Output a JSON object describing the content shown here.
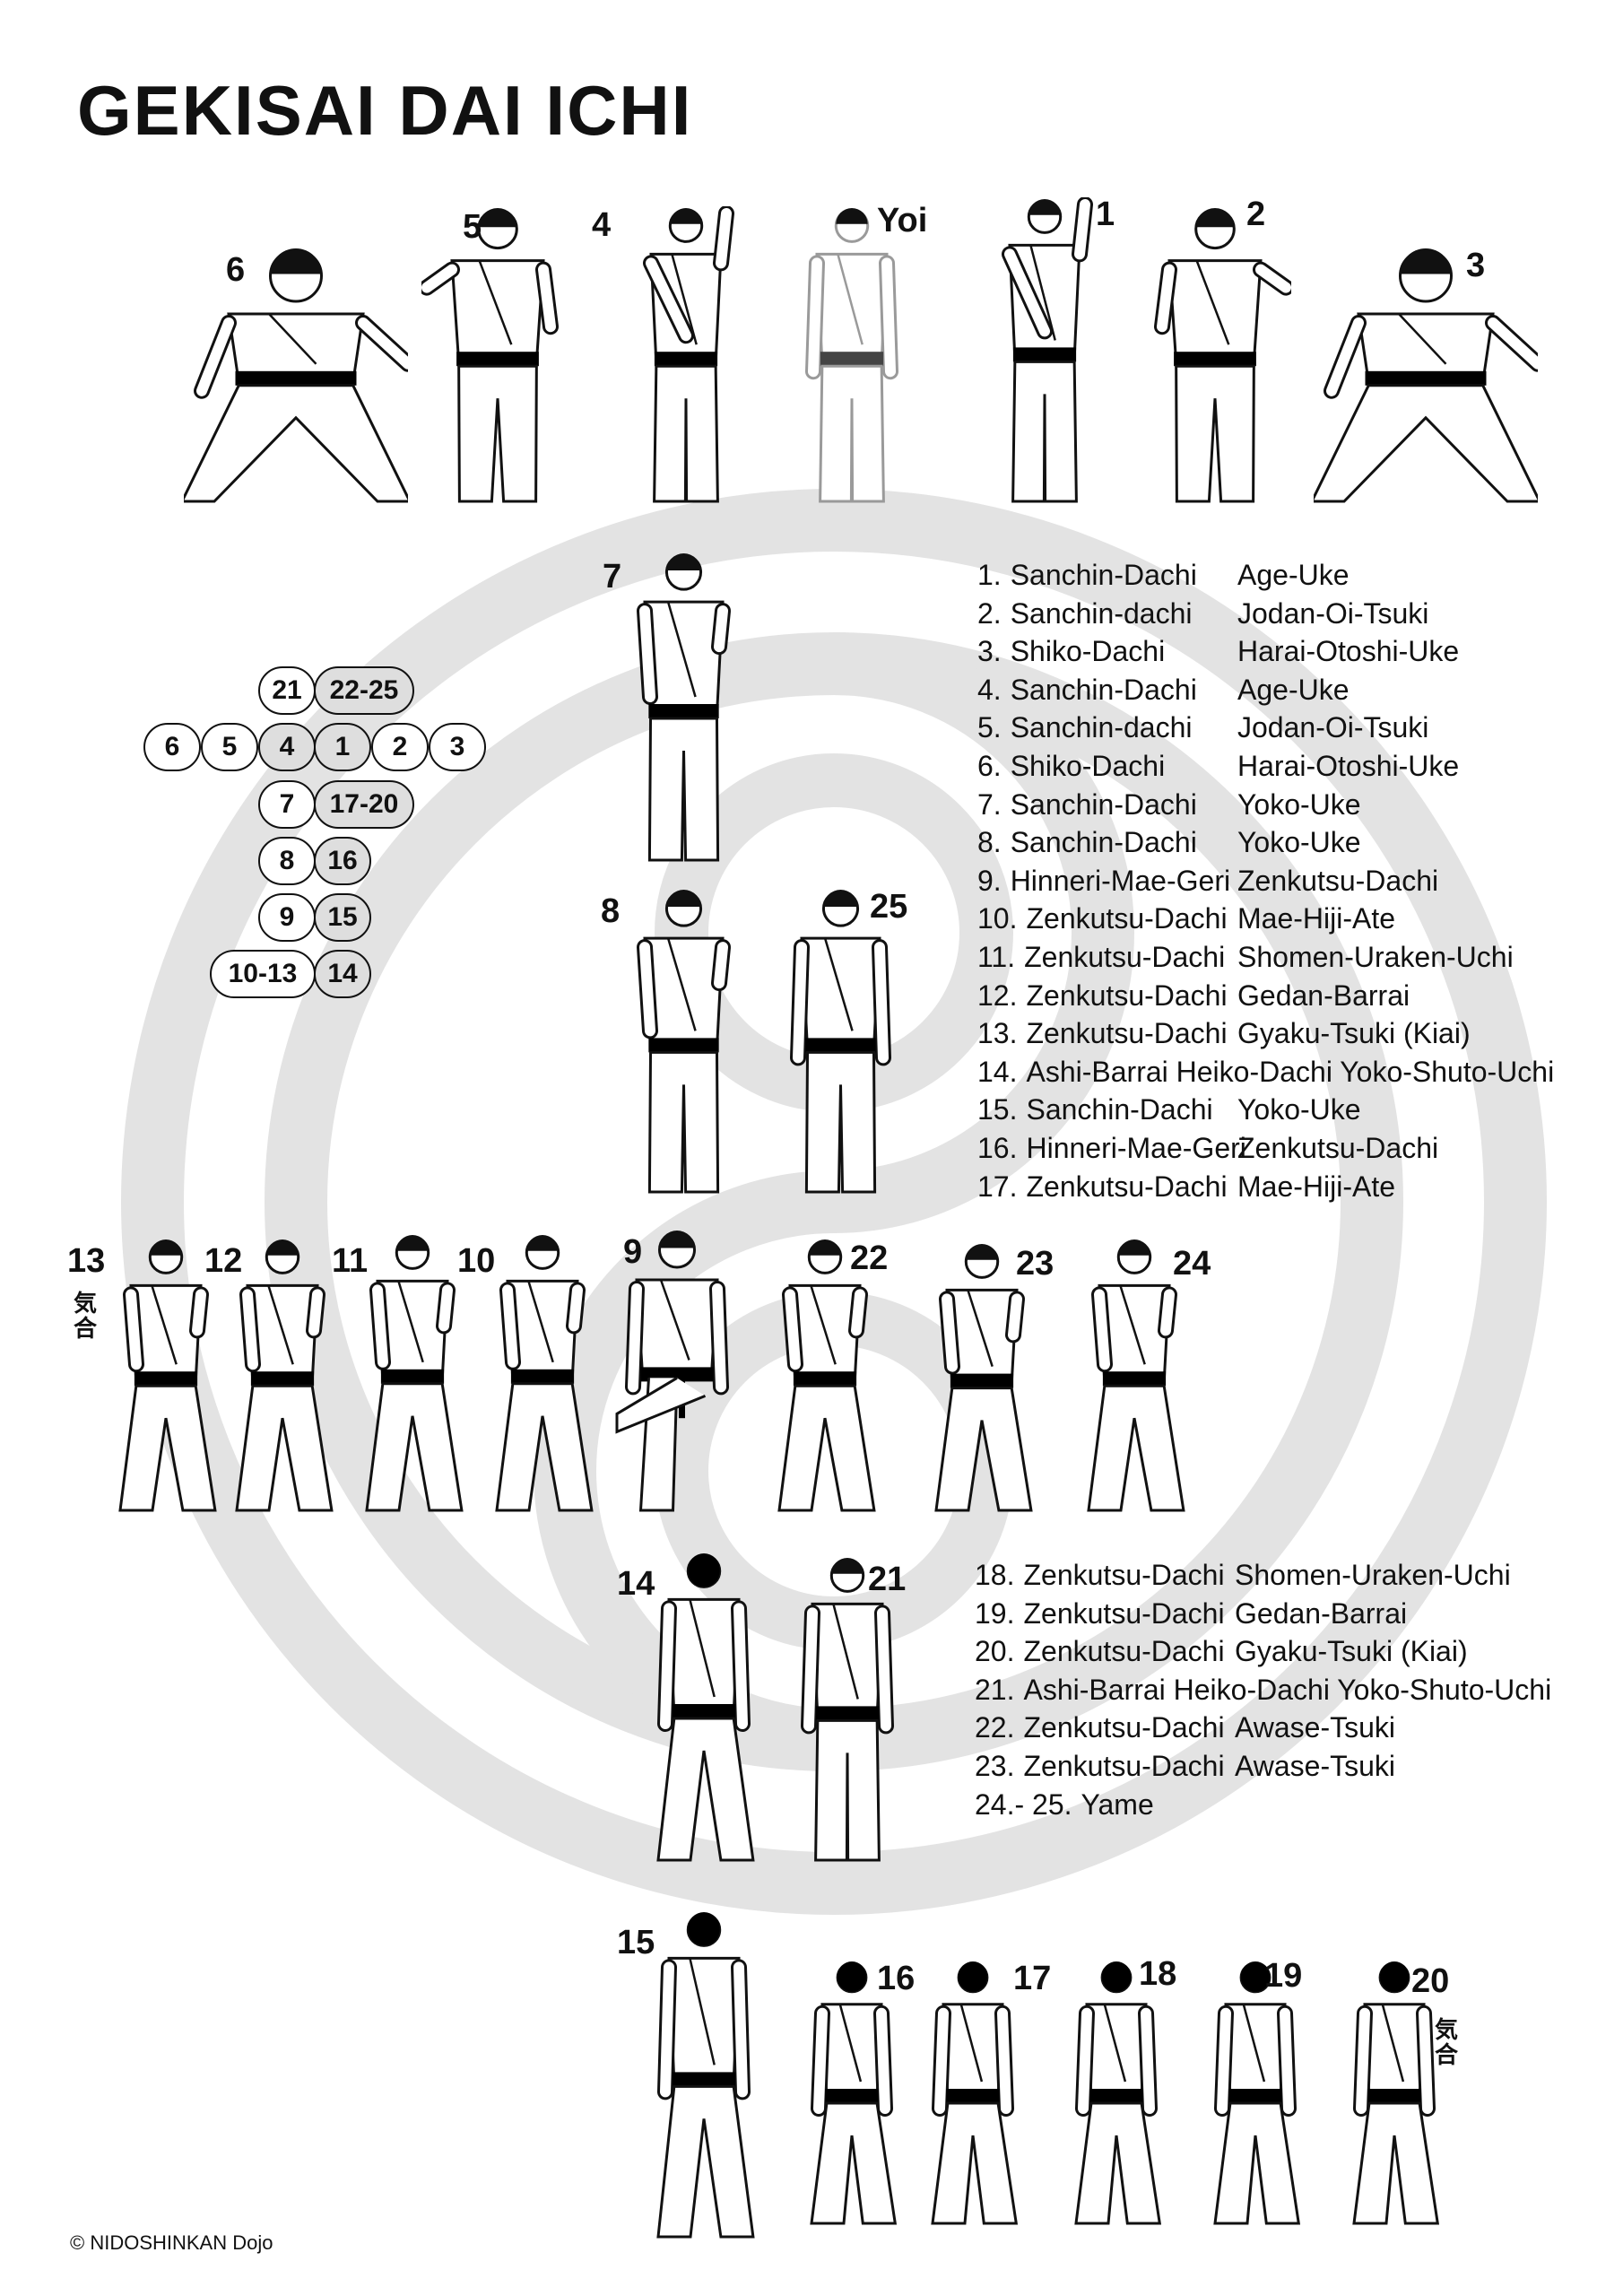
{
  "title": "GEKISAI DAI ICHI",
  "copyright": "© NIDOSHINKAN Dojo",
  "kiai_mark": "気合",
  "figures": [
    {
      "label": "6"
    },
    {
      "label": "5"
    },
    {
      "label": "4"
    },
    {
      "label": "Yoi"
    },
    {
      "label": "1"
    },
    {
      "label": "2"
    },
    {
      "label": "3"
    },
    {
      "label": "7"
    },
    {
      "label": "8"
    },
    {
      "label": "25"
    },
    {
      "label": "13"
    },
    {
      "label": "12"
    },
    {
      "label": "11"
    },
    {
      "label": "10"
    },
    {
      "label": "9"
    },
    {
      "label": "22"
    },
    {
      "label": "23"
    },
    {
      "label": "24"
    },
    {
      "label": "14"
    },
    {
      "label": "21"
    },
    {
      "label": "15"
    },
    {
      "label": "16"
    },
    {
      "label": "17"
    },
    {
      "label": "18"
    },
    {
      "label": "19"
    },
    {
      "label": "20"
    }
  ],
  "diagram": [
    {
      "label": "21",
      "shaded": false
    },
    {
      "label": "22-25",
      "shaded": true
    },
    {
      "label": "6",
      "shaded": false
    },
    {
      "label": "5",
      "shaded": false
    },
    {
      "label": "4",
      "shaded": true
    },
    {
      "label": "1",
      "shaded": true
    },
    {
      "label": "2",
      "shaded": false
    },
    {
      "label": "3",
      "shaded": false
    },
    {
      "label": "7",
      "shaded": false
    },
    {
      "label": "17-20",
      "shaded": true
    },
    {
      "label": "8",
      "shaded": false
    },
    {
      "label": "16",
      "shaded": true
    },
    {
      "label": "9",
      "shaded": false
    },
    {
      "label": "15",
      "shaded": true
    },
    {
      "label": "10-13",
      "shaded": false
    },
    {
      "label": "14",
      "shaded": true
    }
  ],
  "steps_1": [
    {
      "n": "1.",
      "a": "Sanchin-Dachi",
      "b": "Age-Uke"
    },
    {
      "n": "2.",
      "a": "Sanchin-dachi",
      "b": "Jodan-Oi-Tsuki"
    },
    {
      "n": "3.",
      "a": "Shiko-Dachi",
      "b": "Harai-Otoshi-Uke"
    },
    {
      "n": "4.",
      "a": "Sanchin-Dachi",
      "b": "Age-Uke"
    },
    {
      "n": "5.",
      "a": "Sanchin-dachi",
      "b": "Jodan-Oi-Tsuki"
    },
    {
      "n": "6.",
      "a": "Shiko-Dachi",
      "b": "Harai-Otoshi-Uke"
    },
    {
      "n": "7.",
      "a": "Sanchin-Dachi",
      "b": "Yoko-Uke"
    },
    {
      "n": "8.",
      "a": "Sanchin-Dachi",
      "b": "Yoko-Uke"
    },
    {
      "n": "9.",
      "a": "Hinneri-Mae-Geri",
      "b": "Zenkutsu-Dachi"
    },
    {
      "n": "10.",
      "a": "Zenkutsu-Dachi",
      "b": "Mae-Hiji-Ate"
    },
    {
      "n": "11.",
      "a": "Zenkutsu-Dachi",
      "b": "Shomen-Uraken-Uchi"
    },
    {
      "n": "12.",
      "a": "Zenkutsu-Dachi",
      "b": "Gedan-Barrai"
    },
    {
      "n": "13.",
      "a": "Zenkutsu-Dachi",
      "b": "Gyaku-Tsuki (Kiai)"
    },
    {
      "n": "14.",
      "a": "Ashi-Barrai  Heiko-Dachi Yoko-Shuto-Uchi",
      "b": ""
    },
    {
      "n": "15.",
      "a": "Sanchin-Dachi",
      "b": "Yoko-Uke"
    },
    {
      "n": "16.",
      "a": "Hinneri-Mae-Geri",
      "b": "Zenkutsu-Dachi"
    },
    {
      "n": "17.",
      "a": "Zenkutsu-Dachi",
      "b": "Mae-Hiji-Ate"
    }
  ],
  "steps_2": [
    {
      "n": "18.",
      "a": "Zenkutsu-Dachi",
      "b": "Shomen-Uraken-Uchi"
    },
    {
      "n": "19.",
      "a": "Zenkutsu-Dachi",
      "b": "Gedan-Barrai"
    },
    {
      "n": "20.",
      "a": "Zenkutsu-Dachi",
      "b": "Gyaku-Tsuki (Kiai)"
    },
    {
      "n": "21.",
      "a": "Ashi-Barrai  Heiko-Dachi Yoko-Shuto-Uchi",
      "b": ""
    },
    {
      "n": "22.",
      "a": "Zenkutsu-Dachi",
      "b": "Awase-Tsuki"
    },
    {
      "n": "23.",
      "a": "Zenkutsu-Dachi",
      "b": "Awase-Tsuki"
    },
    {
      "n": "24.- 25.",
      "a": "Yame",
      "b": ""
    }
  ]
}
